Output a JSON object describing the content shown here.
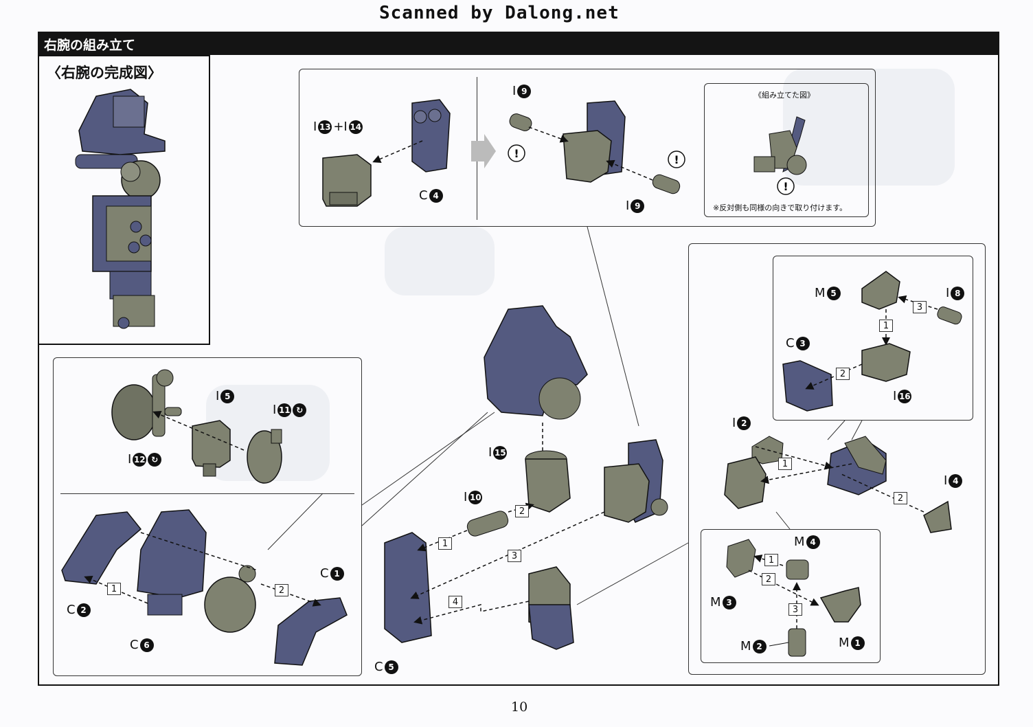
{
  "scan_credit": "Scanned by Dalong.net",
  "section_title": "右腕の組み立て",
  "completed_view_title": "〈右腕の完成図〉",
  "assembled_view_title": "《組み立てた図》",
  "assembled_view_note": "※反対側も同様の向きで取り付けます。",
  "page_number": "10",
  "colors": {
    "navy": "#545a80",
    "olive": "#7f8270",
    "ink": "#111111"
  },
  "labels": {
    "i13_i14": {
      "prefix": "I",
      "a": "13",
      "join": "+I",
      "b": "14"
    },
    "c4": {
      "prefix": "C",
      "n": "4"
    },
    "i9_top": {
      "prefix": "I",
      "n": "9"
    },
    "i9_bottom": {
      "prefix": "I",
      "n": "9"
    },
    "i5": {
      "prefix": "I",
      "n": "5"
    },
    "i11": {
      "prefix": "I",
      "n": "11"
    },
    "i12": {
      "prefix": "I",
      "n": "12"
    },
    "c1": {
      "prefix": "C",
      "n": "1"
    },
    "c2": {
      "prefix": "C",
      "n": "2"
    },
    "c6": {
      "prefix": "C",
      "n": "6"
    },
    "i15": {
      "prefix": "I",
      "n": "15"
    },
    "i10": {
      "prefix": "I",
      "n": "10"
    },
    "c5": {
      "prefix": "C",
      "n": "5"
    },
    "m5": {
      "prefix": "M",
      "n": "5"
    },
    "i8": {
      "prefix": "I",
      "n": "8"
    },
    "c3": {
      "prefix": "C",
      "n": "3"
    },
    "i16": {
      "prefix": "I",
      "n": "16"
    },
    "i2": {
      "prefix": "I",
      "n": "2"
    },
    "i4": {
      "prefix": "I",
      "n": "4"
    },
    "m4": {
      "prefix": "M",
      "n": "4"
    },
    "m3": {
      "prefix": "M",
      "n": "3"
    },
    "m2": {
      "prefix": "M",
      "n": "2"
    },
    "m1": {
      "prefix": "M",
      "n": "1"
    }
  },
  "steps": {
    "s1": "1",
    "s2": "2",
    "s3": "3",
    "s4": "4"
  }
}
